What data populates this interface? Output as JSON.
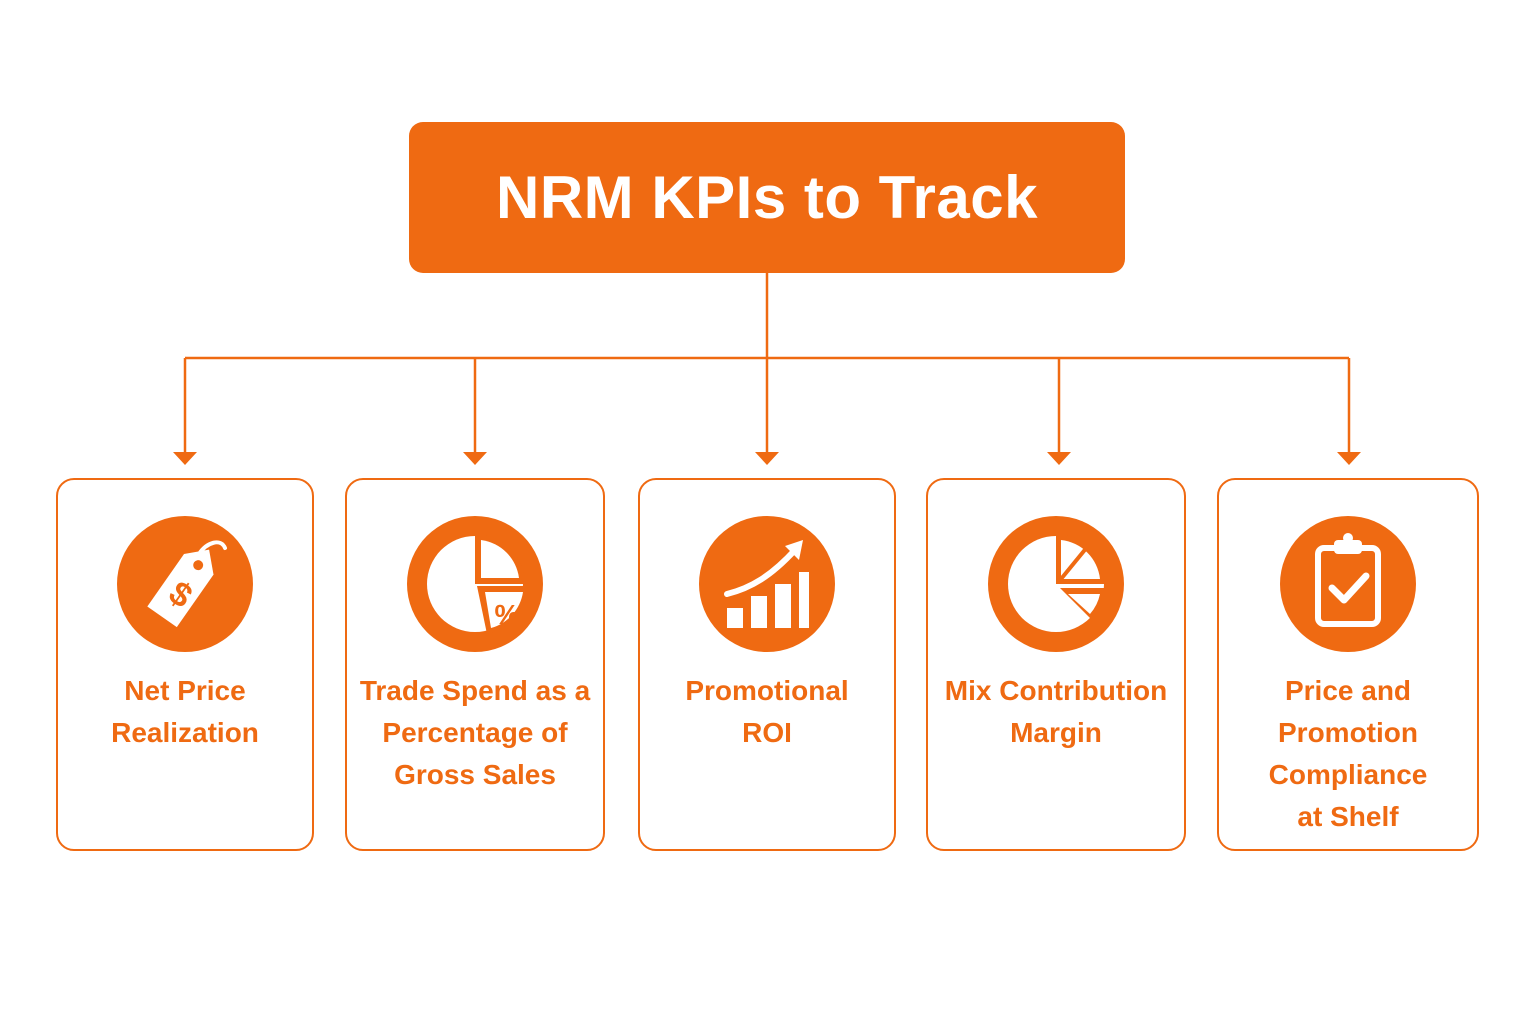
{
  "title": "NRM KPIs to Track",
  "colors": {
    "accent": "#ef6a12",
    "background": "#ffffff"
  },
  "kpis": [
    {
      "label": "Net Price\nRealization",
      "icon": "price-tag-dollar-icon"
    },
    {
      "label": "Trade Spend as a\nPercentage of\nGross Sales",
      "icon": "pie-chart-percent-icon"
    },
    {
      "label": "Promotional\nROI",
      "icon": "growth-bar-chart-icon"
    },
    {
      "label": "Mix Contribution\nMargin",
      "icon": "pie-chart-segments-icon"
    },
    {
      "label": "Price and\nPromotion\nCompliance\nat Shelf",
      "icon": "clipboard-check-icon"
    }
  ]
}
